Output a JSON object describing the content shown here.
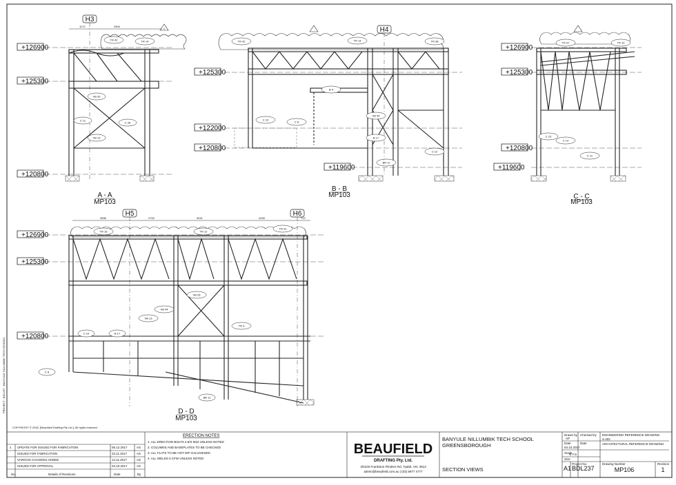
{
  "levels": {
    "l126900": "+126900",
    "l125300": "+125300",
    "l122000": "+122000",
    "l120800": "+120800",
    "l119600": "+119600"
  },
  "sections": {
    "aa": {
      "title": "A - A",
      "ref": "MP103",
      "grid": "H3",
      "dims_top": [
        "1172",
        "2500"
      ]
    },
    "bb": {
      "title": "B - B",
      "ref": "MP103",
      "grid": "H4"
    },
    "cc": {
      "title": "C - C",
      "ref": "MP103"
    },
    "dd": {
      "title": "D - D",
      "ref": "MP103",
      "grids": [
        "H5",
        "H6"
      ],
      "dims_top": [
        "3596",
        "2700",
        "3041",
        "4259",
        "712"
      ]
    }
  },
  "member_tags": [
    "TR 42",
    "TR 14",
    "TR 42",
    "TR 14",
    "TR 38",
    "TR 37",
    "TR 10",
    "TR 16",
    "TR 12",
    "TR 31",
    "VB 26",
    "VB 13",
    "VB 44",
    "C 15",
    "C 14",
    "C 11",
    "C 26",
    "C 10",
    "C 8",
    "B 17",
    "B 4",
    "TR 9",
    "VB 30",
    "C 12",
    "BR 11"
  ],
  "revision_marker": "1",
  "copyright": "COPYRIGHT © 2016, [Beaufield Drafting Pty Ltd.], All rights reserved.",
  "revisions": {
    "header": [
      "No.",
      "Details of Revisions",
      "Date",
      "By"
    ],
    "rows": [
      [
        "1",
        "UPDATE FOR ISSUED FOR FABRICATION",
        "05.12.2017",
        "AS"
      ],
      [
        "",
        "ISSUED FOR FABRICATION",
        "23.11.2017",
        "AS"
      ],
      [
        "",
        "VARIOUS CHANGES ADDED",
        "14.11.2017",
        "AS"
      ],
      [
        "",
        "ISSUED FOR APPROVAL",
        "04.10.2017",
        "AS"
      ]
    ]
  },
  "erection_notes": {
    "title": "ERECTION NOTES",
    "items": [
      "1. ALL ERECTION BOLTS 4.6/S M16 UNLESS NOTED",
      "2. COLUMNS AND BASEPLATES TO BE CHECKED",
      "3. ALL FLATS TO BE HOT DIP GALVANISED",
      "4. ALL WELDS 6 CFW UNLESS NOTED"
    ]
  },
  "company": {
    "logo": "BEAUFIELD",
    "tagline": "DRAFTING Pty. Ltd.",
    "address": "3/0100 Frankston Flinders Rd, Tyabb, VIC 3913",
    "contact": "admin@beaufield.com.au | (03) 5977 4777"
  },
  "project": {
    "name": "BANYULE NILLUMBIK TECH SCHOOL",
    "location": "GREENSBOROUGH",
    "sheet_title": "SECTION VIEWS"
  },
  "titleblock": {
    "drawn_by_label": "Drawn by",
    "drawn_by": "AP",
    "checked_by_label": "Checked by",
    "date_label": "Date",
    "date": "04.10.2017",
    "scale_label": "Scale",
    "scale": "N.T.S",
    "size_label": "Size",
    "size": "A1",
    "job_label": "Project No.",
    "job": "BDL237",
    "ref_label": "ENGINEERING REFERENCE DRAWING",
    "ref": "S.402",
    "arch_label": "ARCHITECTURAL REFERENCE DRAWING",
    "dwg_label": "Drawing Number",
    "dwg": "MP106",
    "rev_label": "Revision",
    "rev": "1"
  },
  "side_text": "PROJECT : BDL237 - BANYULE NILLUMBIK TECH SCHOOL"
}
